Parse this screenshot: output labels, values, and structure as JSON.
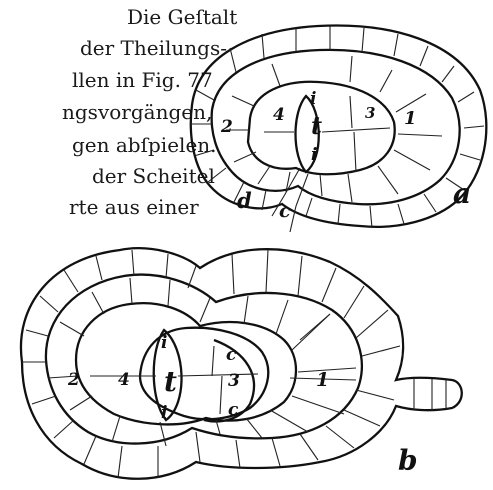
{
  "text_lines": [
    "Die  Geſtalt",
    "der Theilungs-",
    "llen in Fig. 77",
    "ngsvorgängen,",
    "gen  abſpielen.",
    "der  Scheitel",
    "rte  aus  einer"
  ],
  "figures": {
    "a": {
      "labels": [
        "2",
        "4",
        "i",
        "t",
        "i",
        "3",
        "1",
        "d",
        "c",
        "a"
      ]
    },
    "b": {
      "labels": [
        "2",
        "4",
        "i",
        "t",
        "i",
        "c",
        "3",
        "c",
        "1",
        "b"
      ]
    }
  }
}
